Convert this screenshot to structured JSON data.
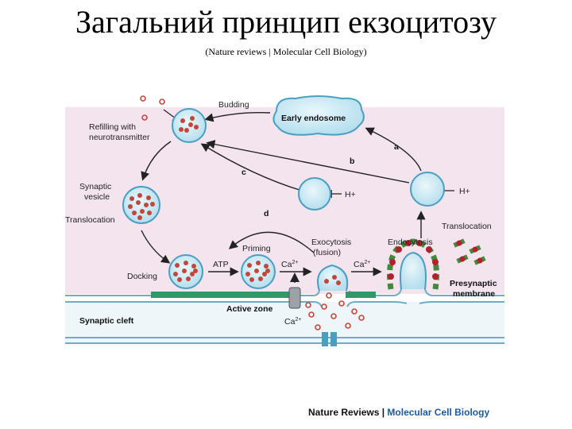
{
  "header": {
    "title": "Загальний принцип екзоцитозу",
    "subtitle": "(Nature reviews | Molecular Cell Biology)"
  },
  "diagram": {
    "labels": {
      "budding": "Budding",
      "early_endosome": "Early endosome",
      "refilling_1": "Refilling with",
      "refilling_2": "neurotransmitter",
      "path_a": "a",
      "path_b": "b",
      "path_c": "c",
      "path_d": "d",
      "h_plus_1": "H+",
      "h_plus_2": "H+",
      "synaptic_1": "Synaptic",
      "synaptic_2": "vesicle",
      "translocation_left": "Translocation",
      "translocation_right": "Translocation",
      "priming": "Priming",
      "exocytosis_1": "Exocytosis",
      "exocytosis_2": "(fusion)",
      "endocytosis": "Endocytosis",
      "docking": "Docking",
      "atp": "ATP",
      "ca_1": "Ca",
      "ca_2": "Ca",
      "ca_3": "Ca",
      "ca_sup": "2+",
      "presynaptic_1": "Presynaptic",
      "presynaptic_2": "membrane",
      "active_zone": "Active zone",
      "synaptic_cleft": "Synaptic cleft"
    },
    "colors": {
      "cytoplasm": "#f4e4ee",
      "vesicle_fill": "#cdeaf4",
      "vesicle_stroke": "#4a9fc0",
      "transmitter": "#c2473a",
      "active_zone": "#2e9a6a",
      "clathrin_red": "#b5202e",
      "clathrin_green": "#3f8a3c",
      "cleft": "#f2f8fb"
    }
  },
  "footer": {
    "brand": "Nature Reviews",
    "separator": "|",
    "journal": "Molecular Cell Biology"
  }
}
